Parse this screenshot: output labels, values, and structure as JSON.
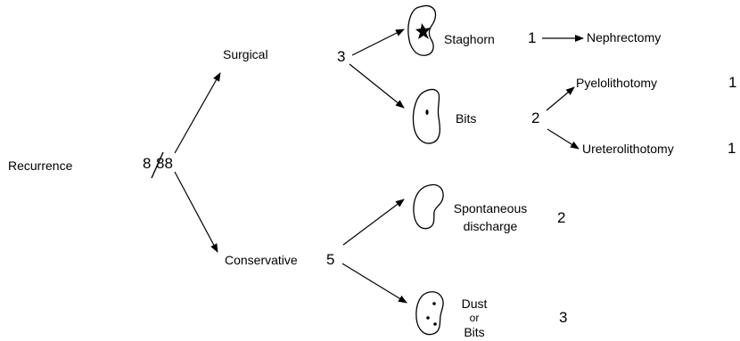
{
  "diagram": {
    "root": {
      "label": "Recurrence",
      "ratio_numerator": "8",
      "ratio_denominator": "88"
    },
    "surgical": {
      "label": "Surgical",
      "count": "3",
      "staghorn": {
        "label": "Staghorn",
        "count": "1",
        "outcome": "Nephrectomy"
      },
      "bits": {
        "label": "Bits",
        "count": "2",
        "pyelolithotomy": {
          "label": "Pyelolithotomy",
          "count": "1"
        },
        "ureterolithotomy": {
          "label": "Ureterolithotomy",
          "count": "1"
        }
      }
    },
    "conservative": {
      "label": "Conservative",
      "count": "5",
      "spontaneous": {
        "line1": "Spontaneous",
        "line2": "discharge",
        "count": "2"
      },
      "dust": {
        "line1": "Dust",
        "line2": "or",
        "line3": "Bits",
        "count": "3"
      }
    }
  }
}
